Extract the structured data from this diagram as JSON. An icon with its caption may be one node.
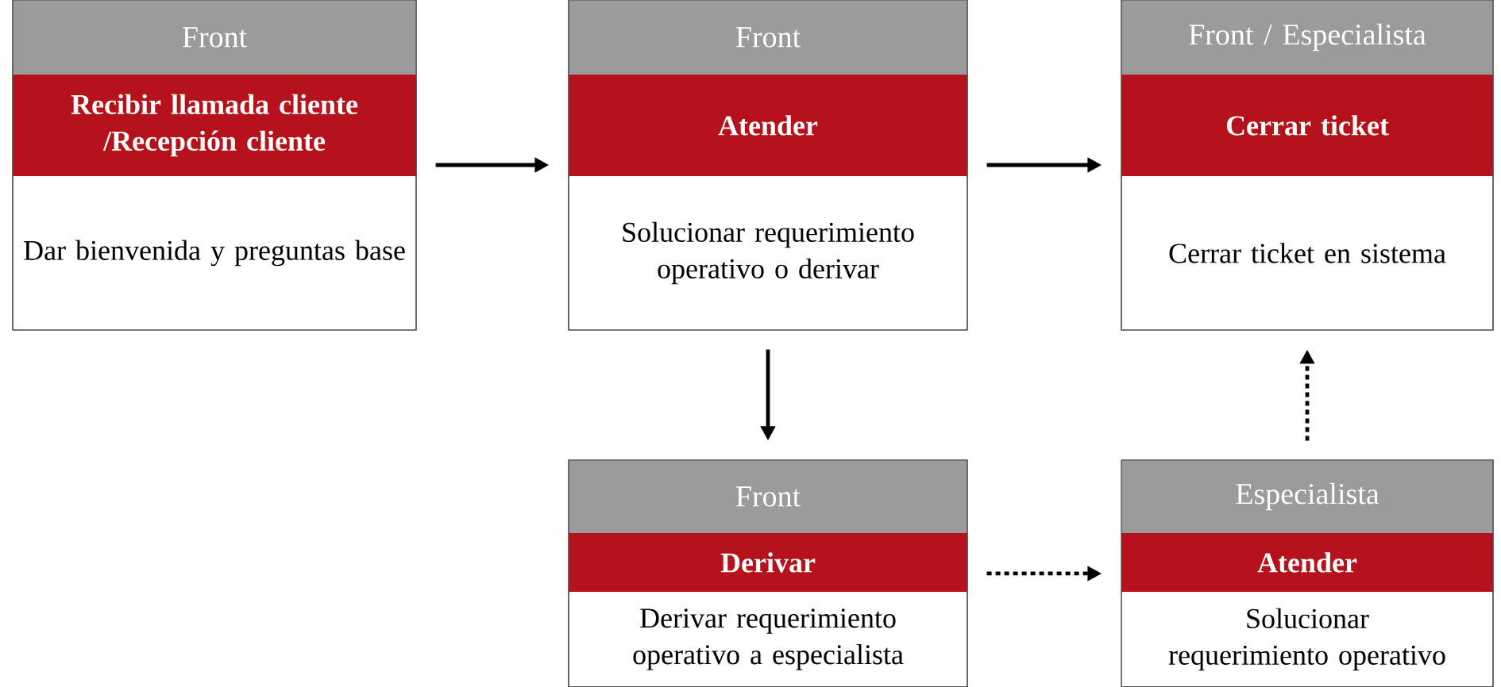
{
  "diagram": {
    "nodes": [
      {
        "text": [
          "Front",
          "Recibir llamada cliente /Recepción cliente",
          "Dar bienvenida y preguntas base"
        ]
      },
      {
        "text": [
          "Front",
          "Atender",
          "Solucionar requerimiento operativo o derivar"
        ]
      },
      {
        "text": [
          "Front / Especialista",
          "Cerrar ticket",
          "Cerrar ticket en sistema"
        ]
      },
      {
        "text": [
          "Front",
          "Derivar",
          "Derivar requerimiento operativo a especialista"
        ]
      },
      {
        "text": [
          "Especialista",
          "Atender",
          "Solucionar requerimiento operativo"
        ]
      }
    ],
    "edges": [
      {
        "from": 0,
        "to": 1,
        "arrow": "to"
      },
      {
        "from": 1,
        "to": 2,
        "arrow": "to"
      },
      {
        "from": 1,
        "to": 3,
        "arrow": "to"
      },
      {
        "from": 3,
        "to": 4,
        "arrow": "to",
        "style": "dashed"
      },
      {
        "from": 4,
        "to": 2,
        "arrow": "to",
        "style": "dashed"
      }
    ]
  }
}
